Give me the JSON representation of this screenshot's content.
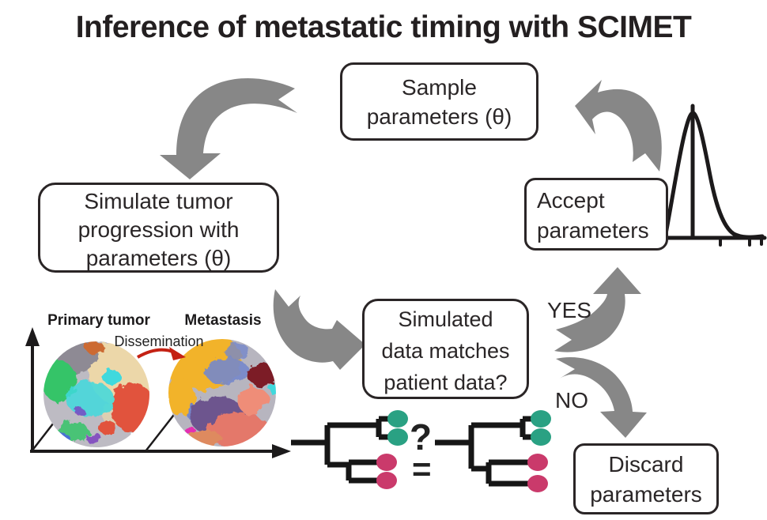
{
  "title": "Inference of metastatic timing with SCIMET",
  "boxes": {
    "sample": {
      "lines": [
        "Sample",
        "parameters (θ)"
      ]
    },
    "simulate": {
      "lines": [
        "Simulate tumor",
        "progression with",
        "parameters (θ)"
      ]
    },
    "match": {
      "lines": [
        "Simulated",
        "data matches",
        "patient data?"
      ]
    },
    "accept": {
      "lines": [
        "Accept",
        "parameters"
      ]
    },
    "discard": {
      "lines": [
        "Discard",
        "parameters"
      ]
    }
  },
  "labels": {
    "yes": "YES",
    "no": "NO",
    "primary_tumor": "Primary tumor",
    "metastasis": "Metastasis",
    "dissemination": "Dissemination",
    "question_mark": "?",
    "equals_sign": "="
  },
  "icons": {
    "flow_arrows": "thick-gray-curved-arrows",
    "posterior_curve": "posterior-distribution-curve",
    "trees": "two-phylogenetic-trees-compared",
    "tumors": "simulated-primary-and-metastasis-tumor-spheres"
  },
  "colors": {
    "arrow_gray": "#878787",
    "ink": "#231f20",
    "teal_leaf": "#2aa183",
    "pink_leaf": "#ca3a6b",
    "dissemination_red": "#c42113"
  }
}
